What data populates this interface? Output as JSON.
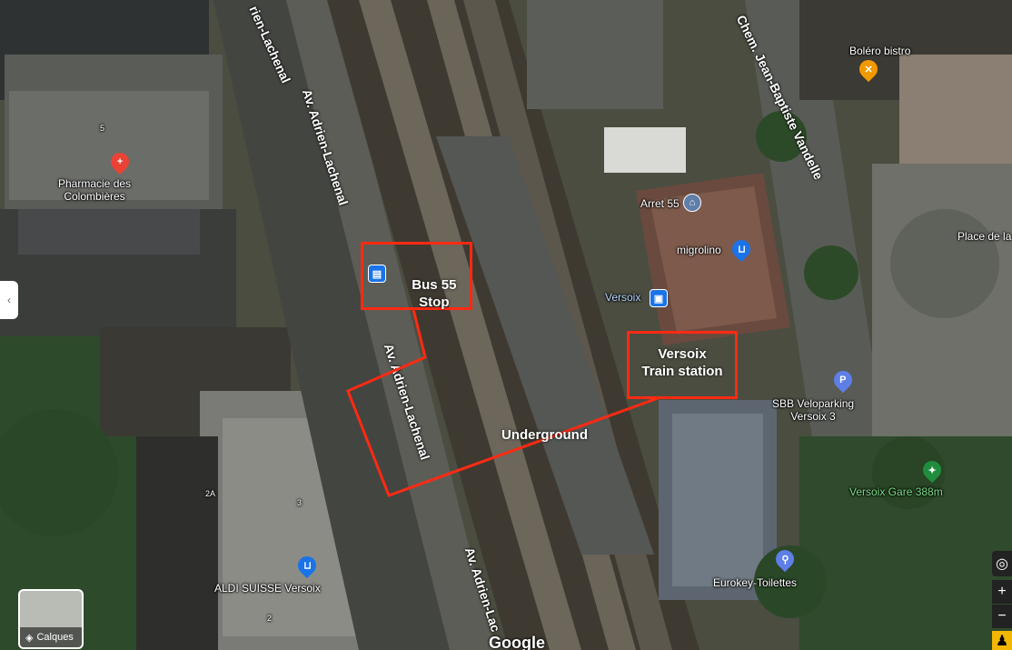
{
  "map": {
    "view": "satellite",
    "roads": {
      "chem_jean_baptiste": "Chem. Jean-Baptiste Vandelle",
      "adrien_top": "rien-Lachenal",
      "adrien_mid": "Av. Adrien-Lachenal",
      "adrien_lower": "Av. Adrien-Lachenal",
      "adrien_bottom": "Av. Adrien-Lac"
    },
    "places": {
      "pharmacie": "Pharmacie des\nColombières",
      "bolero": "Boléro bistro",
      "arret55": "Arret 55",
      "migrolino": "migrolino",
      "versoix": "Versoix",
      "place": "Place de la",
      "veloparking": "SBB Veloparking\nVersoix 3",
      "gare": "Versoix Gare 388m",
      "eurokey": "Eurokey-Toilettes",
      "aldi": "ALDI SUISSE Versoix"
    },
    "numbers": {
      "n5": "5",
      "n2a": "2A",
      "n3": "3",
      "n2": "2"
    },
    "annotations": {
      "bus_stop": "Bus 55\nStop",
      "train_station": "Versoix\nTrain station",
      "underground": "Underground"
    },
    "attribution": "Google",
    "layers_label": "Calques",
    "controls": {
      "zoom_in": "+",
      "zoom_out": "−"
    },
    "colors": {
      "annotation": "#ff2a12",
      "transit": "#1a73e8",
      "pharmacy": "#ea4335",
      "restaurant": "#f29900",
      "parking": "#5e7ee8",
      "walk": "#1e8e3e"
    }
  }
}
